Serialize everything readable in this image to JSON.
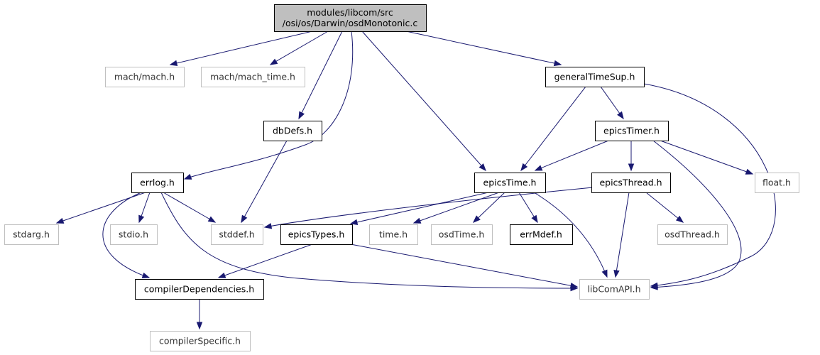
{
  "graph": {
    "colors": {
      "edge": "#191970",
      "root_fill": "#bfbfbf",
      "node_border": "#000000",
      "missing_border": "#bfbfbf"
    },
    "nodes": {
      "root": {
        "lines": [
          "modules/libcom/src",
          "/osi/os/Darwin/osdMonotonic.c"
        ],
        "kind": "root"
      },
      "mach_h": {
        "lines": [
          "mach/mach.h"
        ],
        "kind": "missing"
      },
      "mach_time_h": {
        "lines": [
          "mach/mach_time.h"
        ],
        "kind": "missing"
      },
      "generalTimeSup_h": {
        "lines": [
          "generalTimeSup.h"
        ],
        "kind": "normal"
      },
      "dbDefs_h": {
        "lines": [
          "dbDefs.h"
        ],
        "kind": "normal"
      },
      "epicsTimer_h": {
        "lines": [
          "epicsTimer.h"
        ],
        "kind": "normal"
      },
      "errlog_h": {
        "lines": [
          "errlog.h"
        ],
        "kind": "normal"
      },
      "epicsTime_h": {
        "lines": [
          "epicsTime.h"
        ],
        "kind": "normal"
      },
      "epicsThread_h": {
        "lines": [
          "epicsThread.h"
        ],
        "kind": "normal"
      },
      "float_h": {
        "lines": [
          "float.h"
        ],
        "kind": "missing"
      },
      "stdarg_h": {
        "lines": [
          "stdarg.h"
        ],
        "kind": "missing"
      },
      "stdio_h": {
        "lines": [
          "stdio.h"
        ],
        "kind": "missing"
      },
      "stddef_h": {
        "lines": [
          "stddef.h"
        ],
        "kind": "missing"
      },
      "epicsTypes_h": {
        "lines": [
          "epicsTypes.h"
        ],
        "kind": "normal"
      },
      "time_h": {
        "lines": [
          "time.h"
        ],
        "kind": "missing"
      },
      "osdTime_h": {
        "lines": [
          "osdTime.h"
        ],
        "kind": "missing"
      },
      "errMdef_h": {
        "lines": [
          "errMdef.h"
        ],
        "kind": "normal"
      },
      "osdThread_h": {
        "lines": [
          "osdThread.h"
        ],
        "kind": "missing"
      },
      "compilerDependencies_h": {
        "lines": [
          "compilerDependencies.h"
        ],
        "kind": "normal"
      },
      "libComAPI_h": {
        "lines": [
          "libComAPI.h"
        ],
        "kind": "missing"
      },
      "compilerSpecific_h": {
        "lines": [
          "compilerSpecific.h"
        ],
        "kind": "missing"
      }
    },
    "edges": [
      [
        "root",
        "mach_h"
      ],
      [
        "root",
        "mach_time_h"
      ],
      [
        "root",
        "generalTimeSup_h"
      ],
      [
        "root",
        "dbDefs_h"
      ],
      [
        "root",
        "errlog_h"
      ],
      [
        "root",
        "epicsTime_h"
      ],
      [
        "generalTimeSup_h",
        "epicsTime_h"
      ],
      [
        "generalTimeSup_h",
        "epicsTimer_h"
      ],
      [
        "generalTimeSup_h",
        "libComAPI_h"
      ],
      [
        "dbDefs_h",
        "stddef_h"
      ],
      [
        "epicsTimer_h",
        "epicsTime_h"
      ],
      [
        "epicsTimer_h",
        "epicsThread_h"
      ],
      [
        "epicsTimer_h",
        "float_h"
      ],
      [
        "epicsTimer_h",
        "libComAPI_h"
      ],
      [
        "errlog_h",
        "stdarg_h"
      ],
      [
        "errlog_h",
        "stdio_h"
      ],
      [
        "errlog_h",
        "stddef_h"
      ],
      [
        "errlog_h",
        "compilerDependencies_h"
      ],
      [
        "errlog_h",
        "libComAPI_h"
      ],
      [
        "epicsTime_h",
        "epicsTypes_h"
      ],
      [
        "epicsTime_h",
        "time_h"
      ],
      [
        "epicsTime_h",
        "osdTime_h"
      ],
      [
        "epicsTime_h",
        "errMdef_h"
      ],
      [
        "epicsTime_h",
        "libComAPI_h"
      ],
      [
        "epicsThread_h",
        "stddef_h"
      ],
      [
        "epicsThread_h",
        "osdThread_h"
      ],
      [
        "epicsThread_h",
        "libComAPI_h"
      ],
      [
        "epicsTypes_h",
        "compilerDependencies_h"
      ],
      [
        "epicsTypes_h",
        "libComAPI_h"
      ],
      [
        "compilerDependencies_h",
        "compilerSpecific_h"
      ]
    ]
  }
}
